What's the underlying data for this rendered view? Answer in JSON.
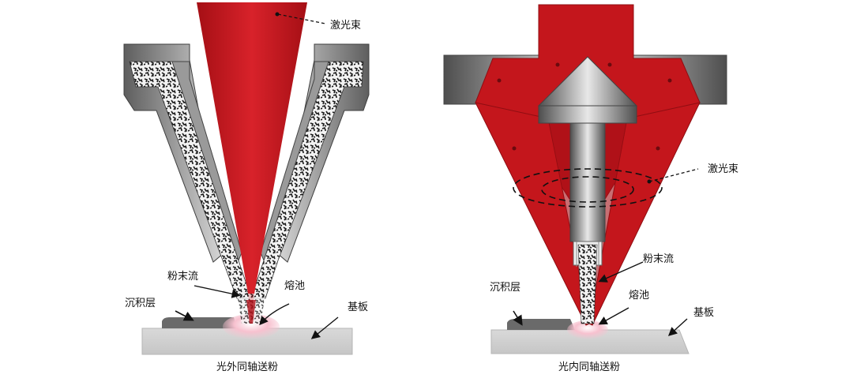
{
  "diagrams": [
    {
      "caption": "光外同轴送粉",
      "labels": {
        "laser_beam": "激光束",
        "powder_stream": "粉末流",
        "deposition_layer": "沉积层",
        "melt_pool": "熔池",
        "substrate": "基板"
      }
    },
    {
      "caption": "光内同轴送粉",
      "labels": {
        "laser_beam": "激光束",
        "powder_stream": "粉末流",
        "deposition_layer": "沉积层",
        "melt_pool": "熔池",
        "substrate": "基板"
      }
    }
  ],
  "colors": {
    "laser": "#c4161c",
    "laser_dark": "#8f0d12",
    "steel_light": "#e4e4e4",
    "steel_dark": "#5a5a5a",
    "substrate": "#d2d2d2",
    "deposit": "#6a6a6a",
    "melt_glow": "#f6b3c3"
  }
}
